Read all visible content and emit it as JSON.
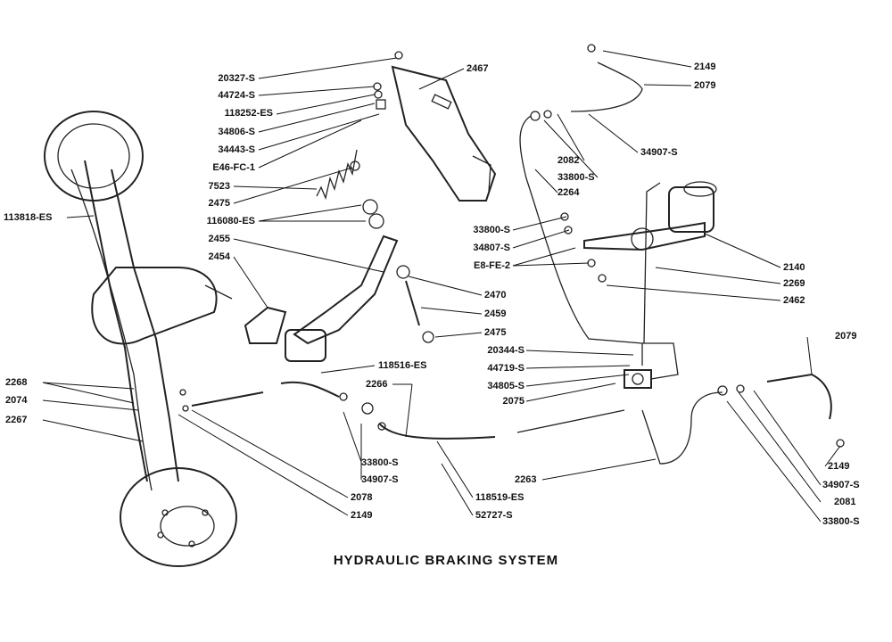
{
  "title": "HYDRAULIC BRAKING SYSTEM",
  "labels": {
    "l20327s": "20327-S",
    "l44724s": "44724-S",
    "l118252es": "118252-ES",
    "l34806s": "34806-S",
    "l34443s": "34443-S",
    "le46fc1": "E46-FC-1",
    "l7523": "7523",
    "l2475a": "2475",
    "l116080es": "116080-ES",
    "l2455": "2455",
    "l2454": "2454",
    "l113818es": "113818-ES",
    "l2467": "2467",
    "l2470": "2470",
    "l2459": "2459",
    "l2475b": "2475",
    "l118516es": "118516-ES",
    "l2266": "2266",
    "l2268": "2268",
    "l2074": "2074",
    "l2267": "2267",
    "l33800s_a": "33800-S",
    "l34907s_a": "34907-S",
    "l2078": "2078",
    "l2149_a": "2149",
    "l118519es": "118519-ES",
    "l52727s": "52727-S",
    "l2263": "2263",
    "l2149_top": "2149",
    "l2079_top": "2079",
    "l34907s_top": "34907-S",
    "l2082": "2082",
    "l33800s_top": "33800-S",
    "l2264": "2264",
    "l33800s_mid": "33800-S",
    "l34807s": "34807-S",
    "le8fe2": "E8-FE-2",
    "l2140": "2140",
    "l2269": "2269",
    "l2462": "2462",
    "l20344s": "20344-S",
    "l44719s": "44719-S",
    "l34805s": "34805-S",
    "l2075": "2075",
    "l2079_r": "2079",
    "l2149_r": "2149",
    "l34907s_r": "34907-S",
    "l2081": "2081",
    "l33800s_r": "33800-S"
  }
}
